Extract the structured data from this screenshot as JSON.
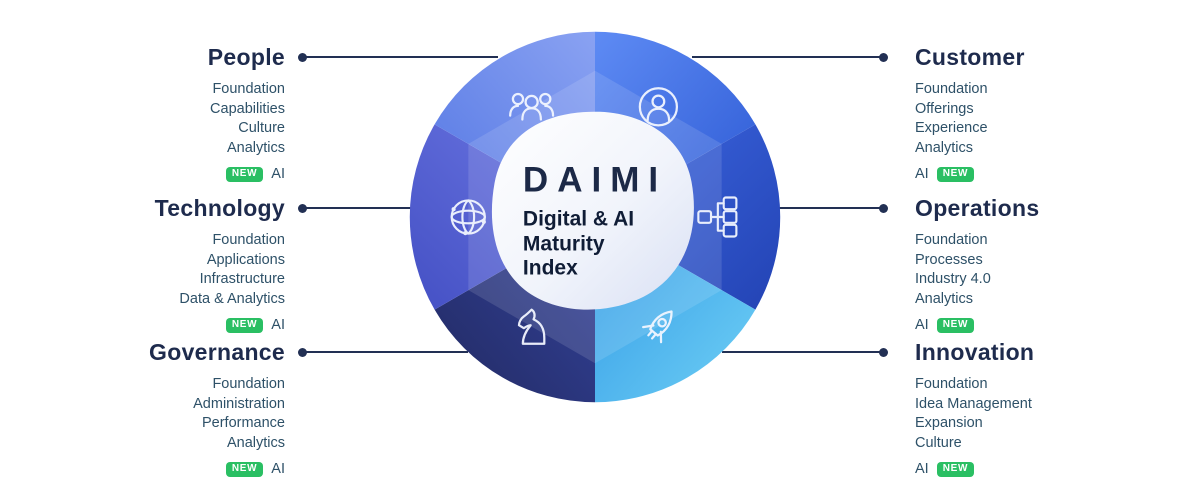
{
  "badge_label": "NEW",
  "center": {
    "brand": "DAIMI",
    "subtitle_line1": "Digital & AI",
    "subtitle_line2": "Maturity",
    "subtitle_line3": "Index"
  },
  "left_sections": [
    {
      "title": "People",
      "items": [
        "Foundation",
        "Capabilities",
        "Culture",
        "Analytics"
      ],
      "ai_label": "AI"
    },
    {
      "title": "Technology",
      "items": [
        "Foundation",
        "Applications",
        "Infrastructure",
        "Data & Analytics"
      ],
      "ai_label": "AI"
    },
    {
      "title": "Governance",
      "items": [
        "Foundation",
        "Administration",
        "Performance",
        "Analytics"
      ],
      "ai_label": "AI"
    }
  ],
  "right_sections": [
    {
      "title": "Customer",
      "items": [
        "Foundation",
        "Offerings",
        "Experience",
        "Analytics"
      ],
      "ai_label": "AI"
    },
    {
      "title": "Operations",
      "items": [
        "Foundation",
        "Processes",
        "Industry 4.0",
        "Analytics"
      ],
      "ai_label": "AI"
    },
    {
      "title": "Innovation",
      "items": [
        "Foundation",
        "Idea Management",
        "Expansion",
        "Culture"
      ],
      "ai_label": "AI"
    }
  ],
  "wheel": {
    "segments": [
      {
        "label": "people",
        "icon": "people-icon"
      },
      {
        "label": "customer",
        "icon": "customer-icon"
      },
      {
        "label": "operations",
        "icon": "flowchart-icon"
      },
      {
        "label": "innovation",
        "icon": "rocket-icon"
      },
      {
        "label": "governance",
        "icon": "knight-icon"
      },
      {
        "label": "technology",
        "icon": "globe-icon"
      }
    ]
  },
  "colors": {
    "heading_navy": "#1e2b4d",
    "list_teal": "#2e5168",
    "badge_green": "#2abf63",
    "connector": "#223054",
    "segment_people": "#6c8cec",
    "segment_customer": "#3a6ce8",
    "segment_operations": "#2747ba",
    "segment_innovation": "#4db4ee",
    "segment_governance": "#283273",
    "segment_technology": "#5560d4"
  }
}
